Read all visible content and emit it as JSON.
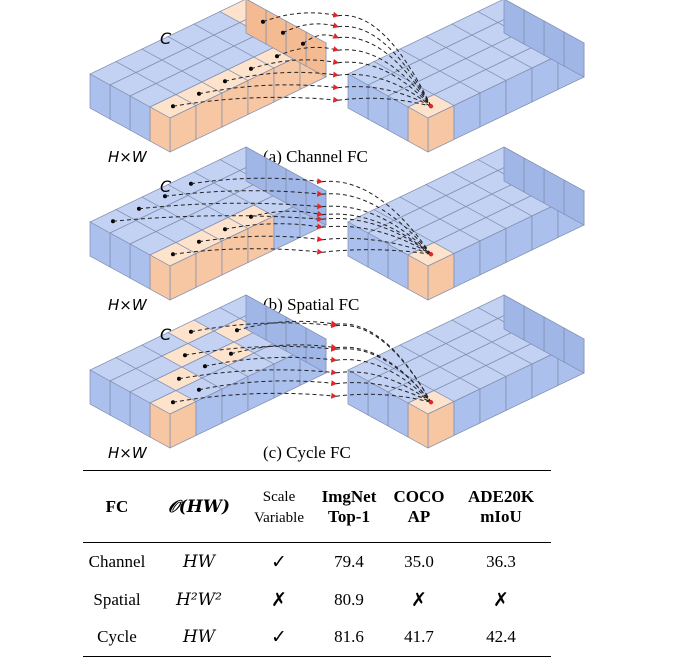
{
  "panels": [
    {
      "id": "a",
      "caption": "(a) Channel FC",
      "c_label": "C",
      "hw_label": "H×W"
    },
    {
      "id": "b",
      "caption": "(b) Spatial FC",
      "c_label": "C",
      "hw_label": "H×W"
    },
    {
      "id": "c",
      "caption": "(c) Cycle FC",
      "c_label": "C",
      "hw_label": "H×W"
    }
  ],
  "colors": {
    "cube_top": "#c3d1f3",
    "cube_left": "#abc0ec",
    "cube_right": "#a0b6e6",
    "highlight_top": "#fde2cc",
    "highlight_left": "#f7c7a3",
    "highlight_right": "#f4bb92",
    "edge": "#7f8db0",
    "arrow": "#e0262a",
    "dash": "#222222"
  },
  "table": {
    "headers": [
      "FC",
      "𝒪(HW)",
      "Scale\nVariable",
      "ImgNet\nTop-1",
      "COCO\nAP",
      "ADE20K\nmIoU"
    ],
    "rows": [
      {
        "fc": "Channel",
        "complexity": "HW",
        "scale": "✓",
        "imgnet": "79.4",
        "coco": "35.0",
        "ade": "36.3"
      },
      {
        "fc": "Spatial",
        "complexity": "H²W²",
        "scale": "✗",
        "imgnet": "80.9",
        "coco": "✗",
        "ade": "✗"
      },
      {
        "fc": "Cycle",
        "complexity": "HW",
        "scale": "✓",
        "imgnet": "81.6",
        "coco": "41.7",
        "ade": "42.4"
      }
    ]
  }
}
